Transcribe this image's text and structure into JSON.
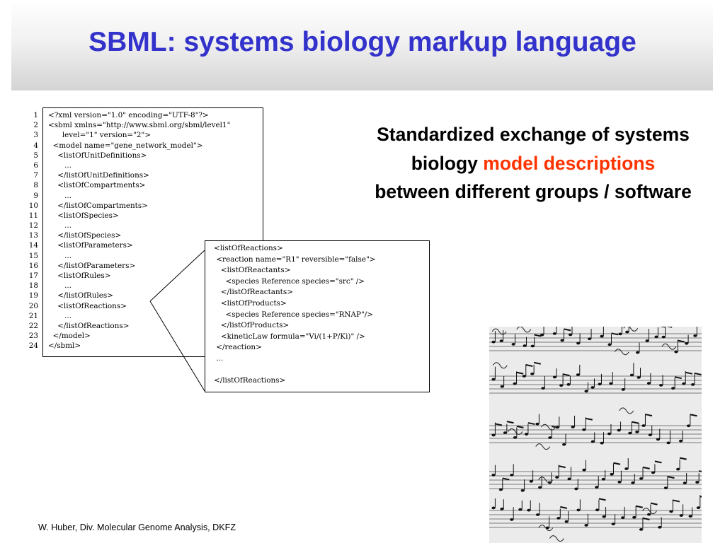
{
  "slide": {
    "title": "SBML: systems biology markup language",
    "description": {
      "part1": "Standardized exchange of systems biology ",
      "highlight1": "model",
      "highlight2": "descriptions",
      "part2": " between different groups / software",
      "highlight_color": "#ff3300"
    },
    "footer": "W. Huber, Div. Molecular Genome Analysis, DKFZ",
    "title_color": "#3333cc"
  },
  "code_listing": {
    "line_numbers": [
      "1",
      "2",
      "3",
      "4",
      "5",
      "6",
      "7",
      "8",
      "9",
      "10",
      "11",
      "12",
      "13",
      "14",
      "15",
      "16",
      "17",
      "18",
      "19",
      "20",
      "21",
      "22",
      "23",
      "24"
    ],
    "lines": [
      "<?xml version=\"1.0\" encoding=\"UTF-8\"?>",
      "<sbml xmlns=\"http://www.sbml.org/sbml/level1\"",
      "      level=\"1\" version=\"2\">",
      "  <model name=\"gene_network_model\">",
      "    <listOfUnitDefinitions>",
      "       ...",
      "    </listOfUnitDefinitions>",
      "    <listOfCompartments>",
      "       ...",
      "    </listOfCompartments>",
      "    <listOfSpecies>",
      "       ...",
      "    </listOfSpecies>",
      "    <listOfParameters>",
      "       ...",
      "    </listOfParameters>",
      "    <listOfRules>",
      "       ...",
      "    </listOfRules>",
      "    <listOfReactions>",
      "       ...",
      "    </listOfReactions>",
      "  </model>",
      "</sbml>"
    ]
  },
  "zoom_listing": {
    "lines": [
      "<listOfReactions>",
      " <reaction name=\"R1\" reversible=\"false\">",
      "   <listOfReactants>",
      "     <species Reference species=\"src\" />",
      "   </listOfReactants>",
      "   <listOfProducts>",
      "     <species Reference species=\"RNAP\"/>",
      "   </listOfProducts>",
      "   <kineticLaw formula=\"Vi/(1+P/Ki)\" />",
      " </reaction>",
      " ...",
      "",
      "</listOfReactions>"
    ]
  },
  "image": {
    "icon": "sheet-music-manuscript-icon"
  }
}
